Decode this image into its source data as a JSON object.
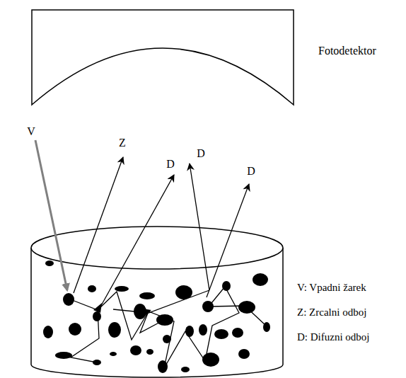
{
  "diagram": {
    "labels": [
      "Fotodetektor",
      "V",
      "Z",
      "D",
      "D",
      "D",
      "V: Vpadni žarek",
      "Z: Zrcalni odboj",
      "D: Difuzni odboj"
    ]
  }
}
